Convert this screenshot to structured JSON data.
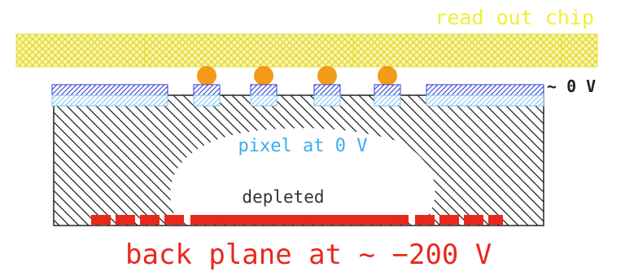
{
  "diagram": {
    "readout_label": "read out chip",
    "voltage_label": "~ 0 V",
    "pixel_label": "pixel at 0 V",
    "depleted_label": "depleted",
    "backplane_label": "back plane at ~ −200 V"
  },
  "colors": {
    "readout_chip": "#f2ee3a",
    "bump": "#f39a16",
    "implant": "#2e3bdc",
    "bulk_hatch": "#222222",
    "backplane": "#e8281c",
    "pixel_label": "#38aef0",
    "backplane_label": "#e8281c",
    "text": "#222222"
  }
}
